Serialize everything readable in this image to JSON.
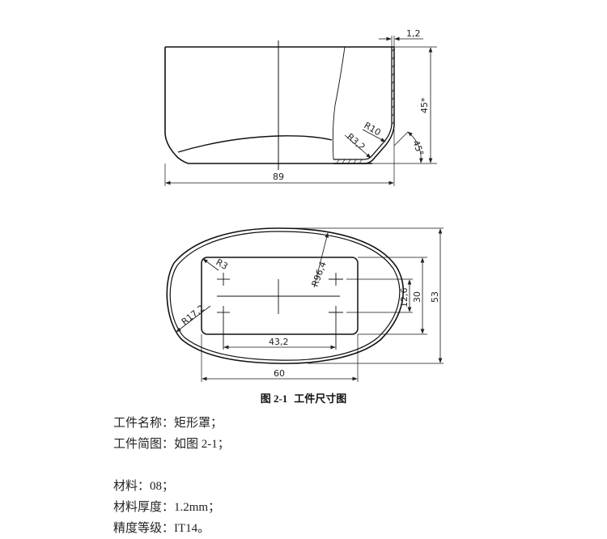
{
  "figure": {
    "caption_number": "图 2-1",
    "caption_title": "工件尺寸图",
    "front_view": {
      "dimensions": {
        "thickness": "1,2",
        "height": "45*",
        "width": "89",
        "radius_outer": "R10",
        "radius_inner": "R3,2",
        "angle": "45°"
      }
    },
    "top_view": {
      "dimensions": {
        "corner_radius": "R3",
        "side_radius": "R96,4",
        "end_radius": "R17,2",
        "hole_spacing_x": "43,2",
        "rect_width": "60",
        "hole_spacing_y": "12,6",
        "rect_height": "30",
        "overall_height": "53"
      }
    }
  },
  "specs": [
    {
      "label": "工件名称：",
      "value": "矩形罩；"
    },
    {
      "label": "工件简图：",
      "value": "如图 2-1；"
    },
    {
      "label": "",
      "value": ""
    },
    {
      "label": "材料：",
      "value": "08；"
    },
    {
      "label": "材料厚度：",
      "value": "1.2mm；"
    },
    {
      "label": "精度等级：",
      "value": "IT14。"
    }
  ]
}
